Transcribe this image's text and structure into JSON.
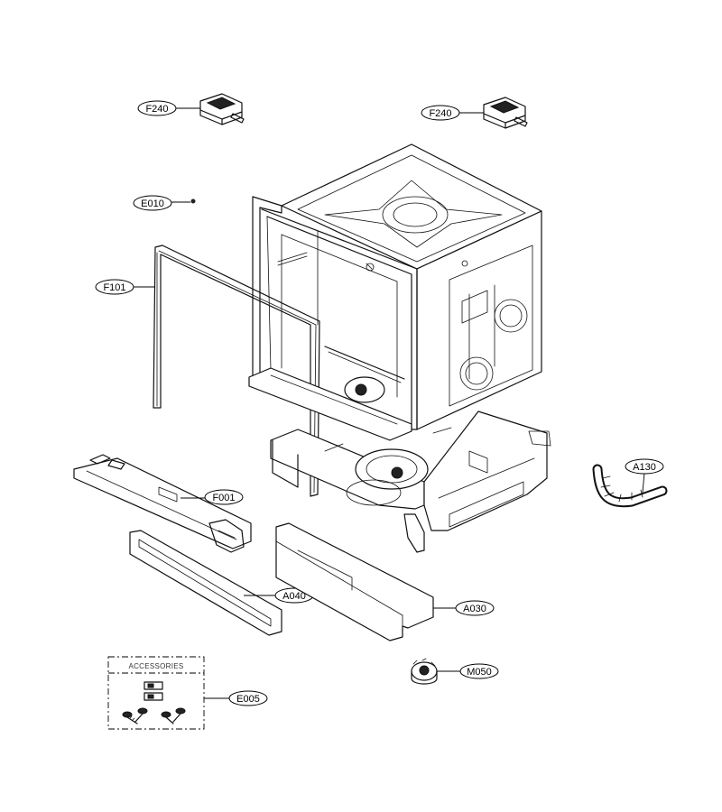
{
  "labels": {
    "f240_left": "F240",
    "f240_right": "F240",
    "e010": "E010",
    "f101": "F101",
    "f001": "F001",
    "a130": "A130",
    "a040": "A040",
    "a030": "A030",
    "m050": "M050",
    "e005": "E005"
  },
  "accessories_title": "ACCESSORIES"
}
